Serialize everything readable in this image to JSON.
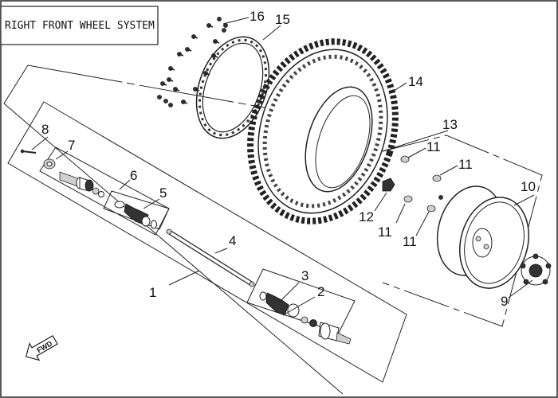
{
  "title": "RIGHT FRONT WHEEL SYSTEM",
  "fwd_label": "FWD",
  "callouts": {
    "c1": "1",
    "c2": "2",
    "c3": "3",
    "c4": "4",
    "c5": "5",
    "c6": "6",
    "c7": "7",
    "c8": "8",
    "c9": "9",
    "c10": "10",
    "c11a": "11",
    "c11b": "11",
    "c11c": "11",
    "c11d": "11",
    "c12": "12",
    "c13": "13",
    "c14": "14",
    "c15": "15",
    "c16": "16"
  },
  "icons": {
    "direction": "fwd-arrow-icon"
  }
}
